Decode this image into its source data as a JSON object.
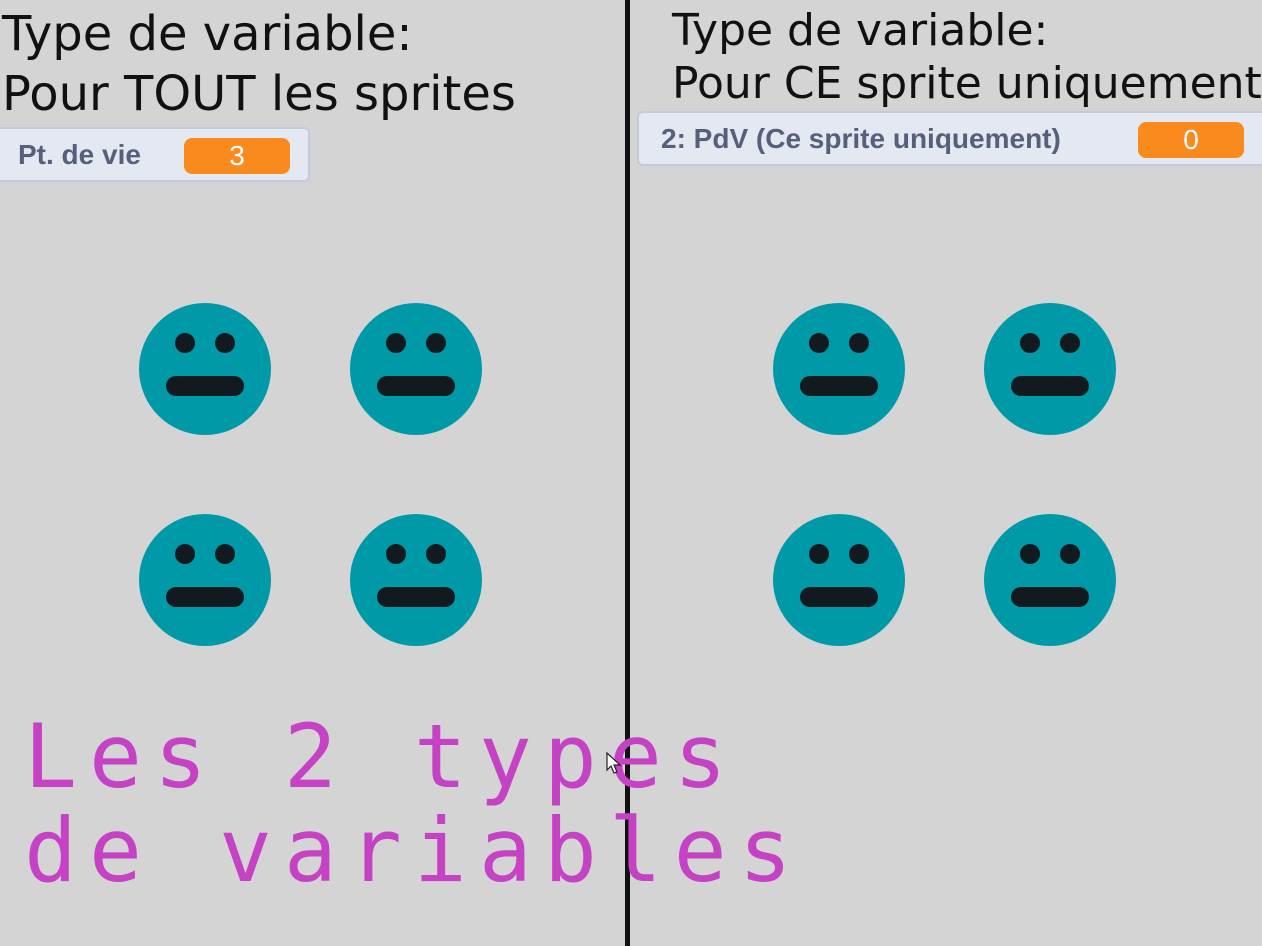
{
  "left_panel": {
    "heading_line1": "Type de variable:",
    "heading_line2": "Pour TOUT les sprites",
    "monitor": {
      "label": "Pt. de vie",
      "value": "3"
    }
  },
  "right_panel": {
    "heading_line1": "Type de variable:",
    "heading_line2": "Pour CE sprite uniquement",
    "monitor": {
      "label": "2: PdV (Ce sprite uniquement)",
      "value": "0"
    }
  },
  "overlay": {
    "line1": "Les 2 types",
    "line2": "de variables"
  },
  "sprites": {
    "icon": "neutral-face-icon",
    "face_color": "#0099a8",
    "feature_color": "#111a1e"
  },
  "colors": {
    "stage_background": "#d4d4d4",
    "monitor_value_background": "#f98b1e",
    "overlay_text": "#c542c4",
    "divider": "#111111"
  }
}
